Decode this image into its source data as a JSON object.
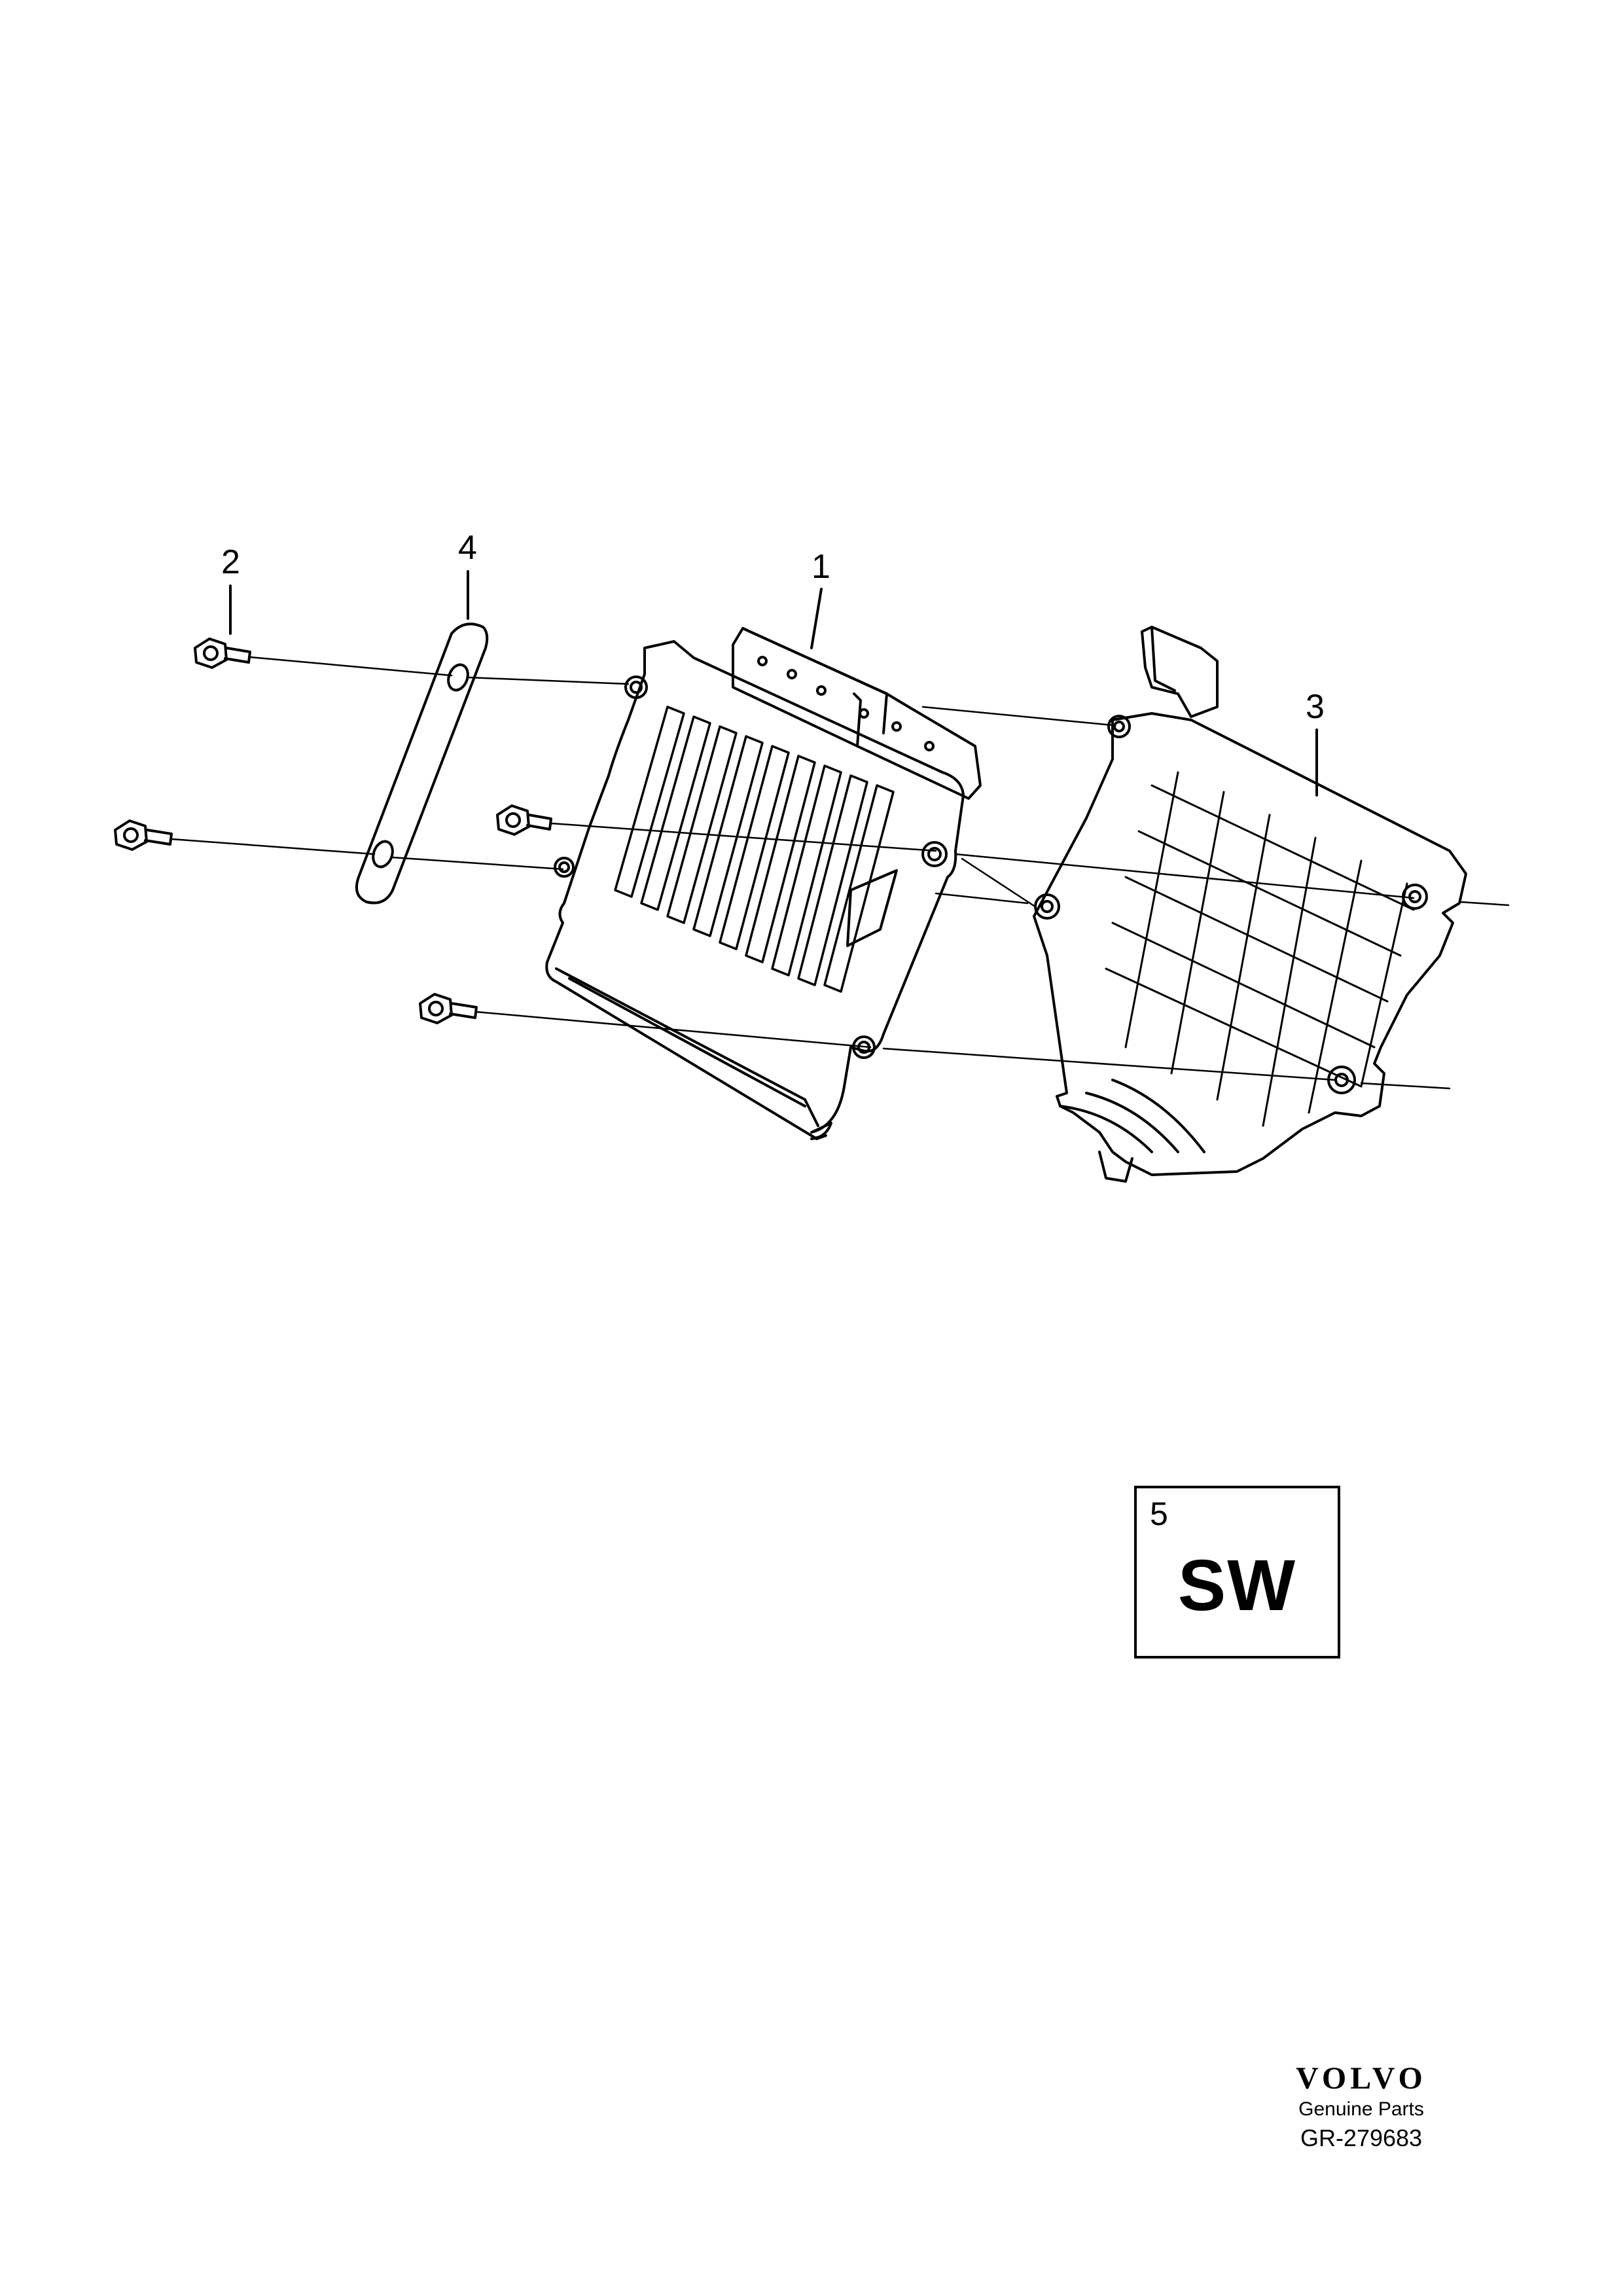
{
  "callouts": {
    "part_1": "1",
    "part_2": "2",
    "part_3": "3",
    "part_4": "4"
  },
  "sw_box": {
    "number": "5",
    "label": "SW"
  },
  "footer": {
    "brand": "VOLVO",
    "tagline": "Genuine Parts",
    "doc_number": "GR-279683"
  }
}
